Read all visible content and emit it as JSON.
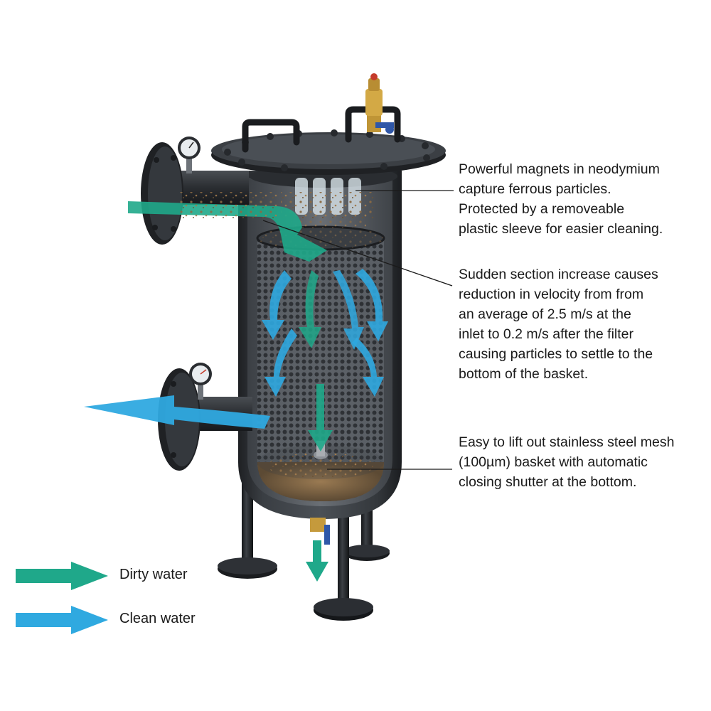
{
  "callouts": {
    "magnets": {
      "lines": [
        "Powerful magnets in neodymium",
        "capture ferrous particles.",
        "Protected by a removeable",
        "plastic sleeve for easier cleaning."
      ]
    },
    "velocity": {
      "lines": [
        "Sudden section increase causes",
        "reduction in velocity from from",
        "an average of 2.5 m/s at the",
        "inlet to 0.2 m/s after the filter",
        "causing particles to settle to the",
        "bottom of the basket."
      ]
    },
    "basket": {
      "lines": [
        "Easy to lift out stainless steel mesh",
        "(100µm) basket with automatic",
        "closing shutter at the bottom."
      ]
    }
  },
  "legend": {
    "dirty": {
      "label": "Dirty water",
      "color": "#1fa88a"
    },
    "clean": {
      "label": "Clean water",
      "color": "#2fa9e0"
    }
  },
  "colors": {
    "body": "#2d3034",
    "interior": "#55595e",
    "dirty": "#1fa88a",
    "clean": "#2fa9e0",
    "sediment": "#8a6a44",
    "valve": "#c59a3c"
  }
}
